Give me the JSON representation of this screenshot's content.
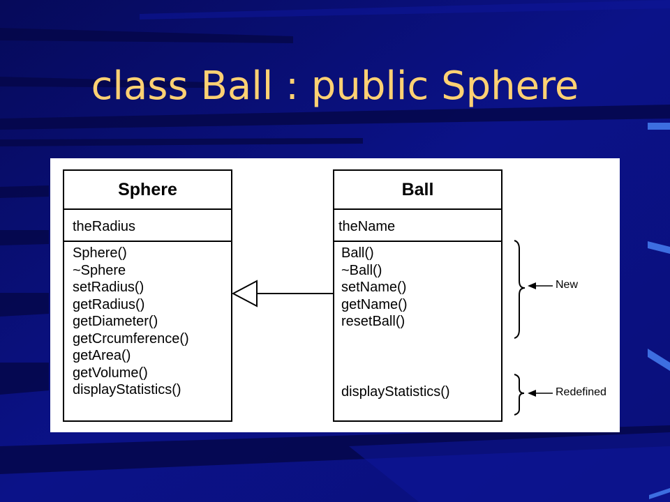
{
  "slide": {
    "title": "class Ball : public Sphere"
  },
  "sphere": {
    "name": "Sphere",
    "attributes": [
      "theRadius"
    ],
    "methods": [
      "Sphere()",
      "~Sphere",
      "setRadius()",
      "getRadius()",
      "getDiameter()",
      "getCrcumference()",
      "getArea()",
      "getVolume()",
      "displayStatistics()"
    ]
  },
  "ball": {
    "name": "Ball",
    "attributes": [
      "theName"
    ],
    "methods_new": [
      "Ball()",
      "~Ball()",
      "setName()",
      "getName()",
      "resetBall()"
    ],
    "methods_redefined": [
      "displayStatistics()"
    ]
  },
  "annotations": {
    "new": "New",
    "redefined": "Redefined"
  },
  "colors": {
    "background": "#0a0f7e",
    "title": "#ffd173",
    "accent": "#3d6ee0"
  }
}
